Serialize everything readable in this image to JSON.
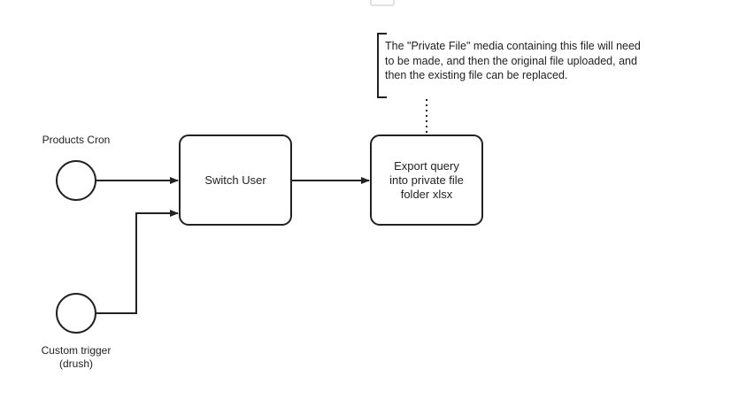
{
  "nodes": {
    "start_products_cron": {
      "label": "Products Cron"
    },
    "start_custom_trigger": {
      "label": "Custom trigger\n(drush)"
    },
    "task_switch_user": {
      "label": "Switch User"
    },
    "task_export_query": {
      "label": "Export query\ninto private file\nfolder xlsx"
    }
  },
  "annotation": {
    "text": "The \"Private File\" media containing this file will need\nto be made, and then the original file uploaded, and\nthen the existing file can be replaced."
  },
  "colors": {
    "stroke": "#222222",
    "fill": "#ffffff"
  }
}
